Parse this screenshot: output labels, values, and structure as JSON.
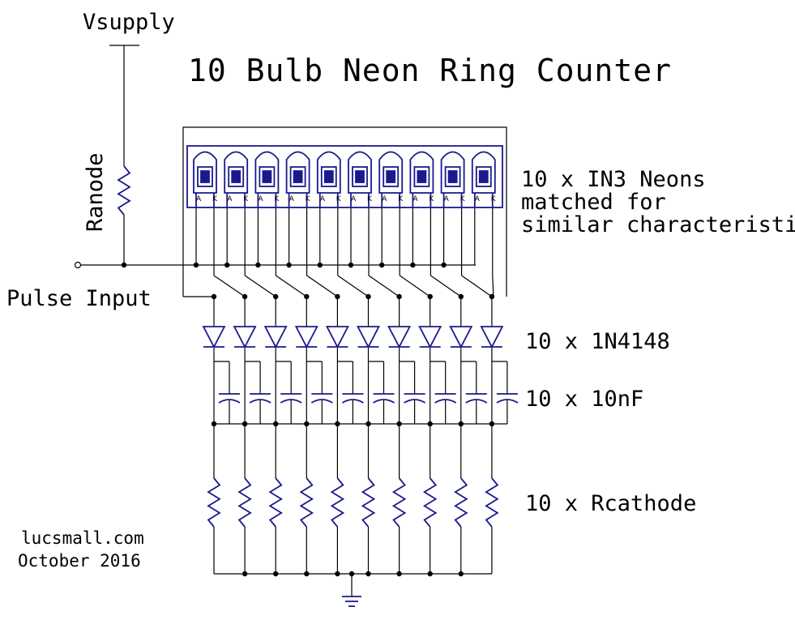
{
  "title": "10 Bulb Neon Ring Counter",
  "vsupply": "Vsupply",
  "ranode": "Ranode",
  "pulse_input": "Pulse Input",
  "neons": {
    "line1": "10 x IN3 Neons",
    "line2": "matched for",
    "line3": "similar characteristics"
  },
  "diodes": "10 x 1N4148",
  "capacitors": "10 x 10nF",
  "resistors": "10 x Rcathode",
  "credit": "lucsmall.com",
  "date": "October 2016",
  "pin_labels": [
    "A",
    "K"
  ],
  "stage_count": 10,
  "colors": {
    "wire": "#000000",
    "component": "#1a1a8c",
    "text": "#000000"
  }
}
